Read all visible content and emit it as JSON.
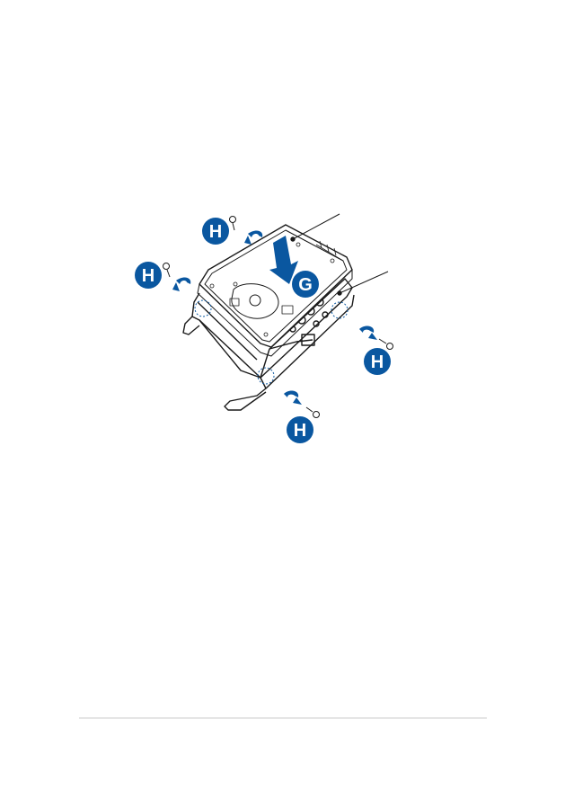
{
  "figure": {
    "badge_color": "#0a57a0",
    "arrow_color": "#0a57a0",
    "line_color": "#1a1a1a",
    "badges": [
      {
        "label": "H"
      },
      {
        "label": "H"
      },
      {
        "label": "H"
      },
      {
        "label": "H"
      },
      {
        "label": "G"
      }
    ]
  }
}
